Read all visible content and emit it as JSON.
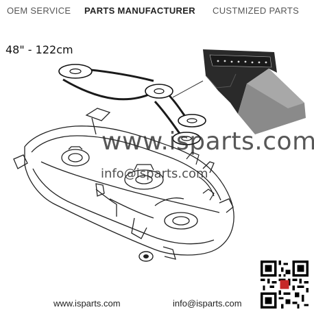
{
  "header": {
    "oem_service": "OEM SERVICE",
    "parts_manufacturer": "PARTS MANUFACTURER",
    "customized_parts": "CUSTMIZED PARTS"
  },
  "product": {
    "size_label": "48\" - 122cm"
  },
  "watermark": {
    "main": "www.isparts.com",
    "info": "info@isparts.com"
  },
  "footer": {
    "website": "www.isparts.com",
    "email": "info@isparts.com"
  },
  "icons": {
    "qr": "qr-code-icon",
    "belt": "v-belt-cross-section-icon"
  },
  "colors": {
    "text": "#222222",
    "header_gray": "#555555",
    "belt_gray": "#6e6e6e"
  }
}
